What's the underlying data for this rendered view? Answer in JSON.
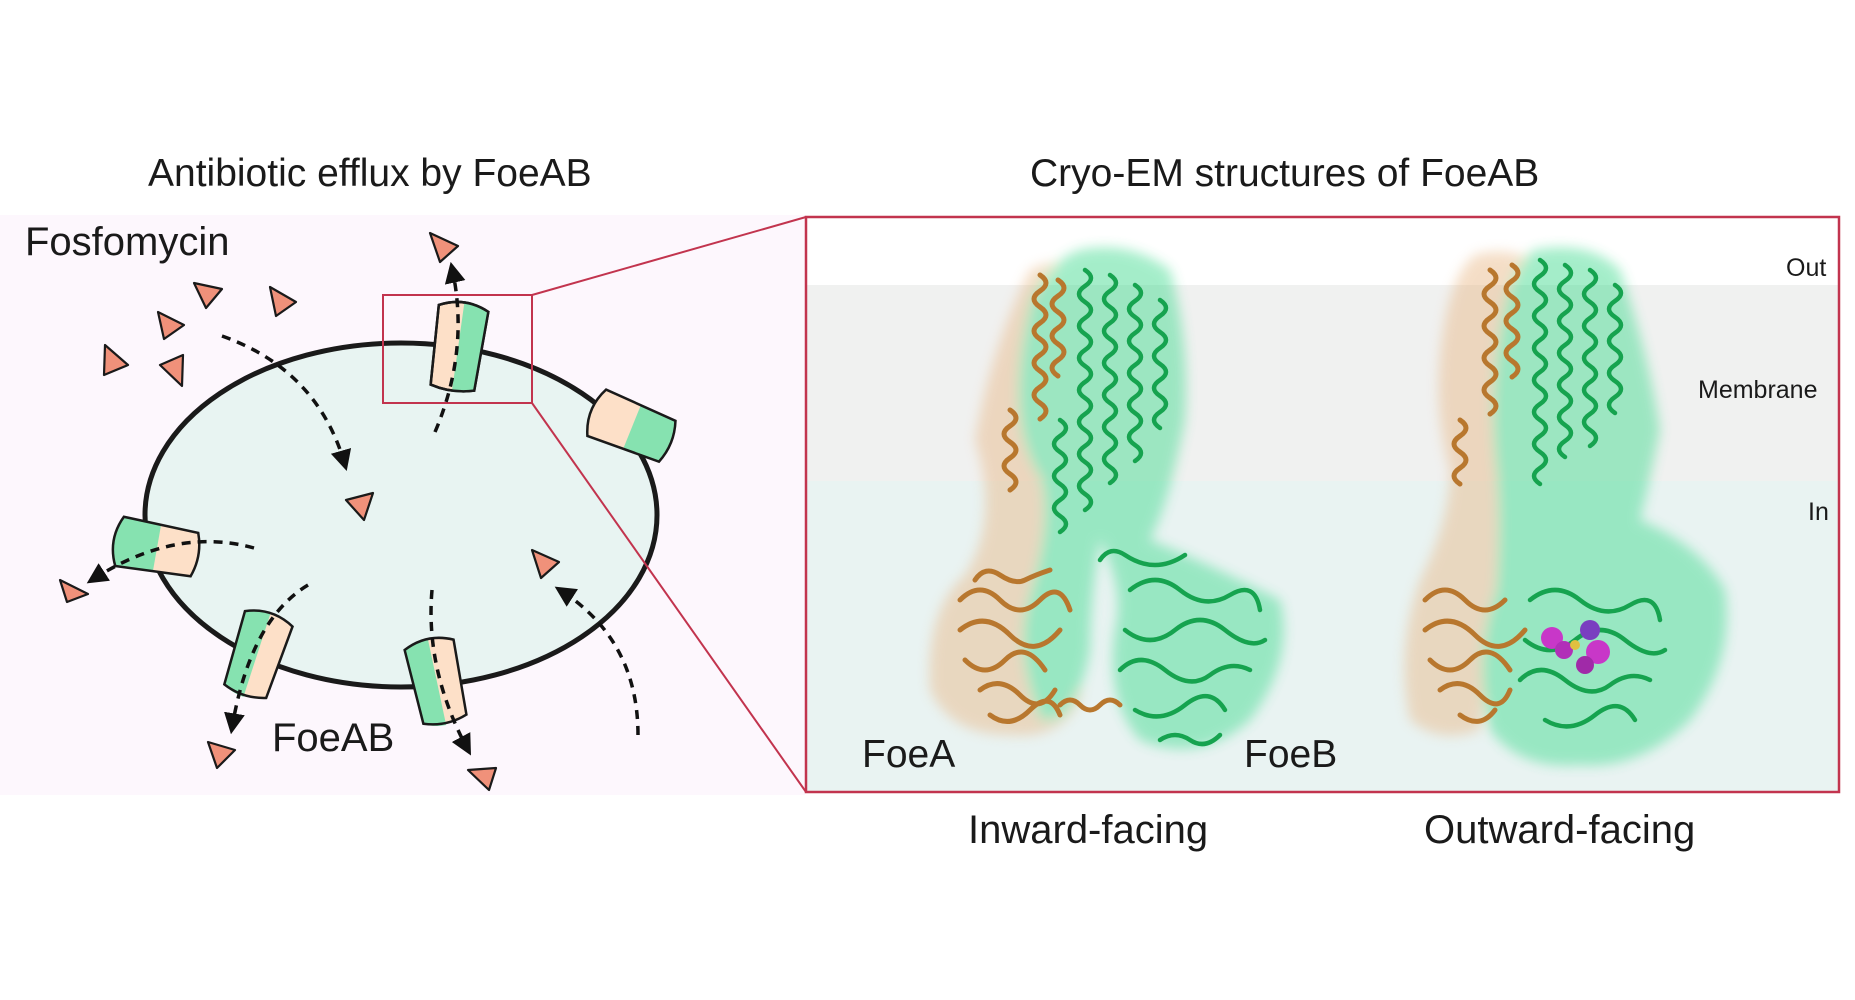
{
  "left_panel": {
    "title": "Antibiotic efflux by FoeAB",
    "substrate_label": "Fosfomycin",
    "transporter_label": "FoeAB"
  },
  "right_panel": {
    "title": "Cryo-EM structures of FoeAB",
    "zone_labels": {
      "out": "Out",
      "membrane": "Membrane",
      "in": "In"
    },
    "subunit_labels": {
      "foeA": "FoeA",
      "foeB": "FoeB"
    },
    "state_labels": {
      "inward": "Inward-facing",
      "outward": "Outward-facing"
    }
  },
  "colors": {
    "panel_bg": "#fdf7fd",
    "cell_fill": "#e8f4f2",
    "in_zone": "#e9f3f2",
    "membrane_zone": "#f0f1f0",
    "zoom_box": "#c2344e",
    "triangle": "#f0917a",
    "foeA": "#b8772e",
    "foeB": "#16a34f",
    "transporter_a": "#fde0c8",
    "transporter_b": "#86e2b0",
    "ligand": "#c837c8"
  }
}
